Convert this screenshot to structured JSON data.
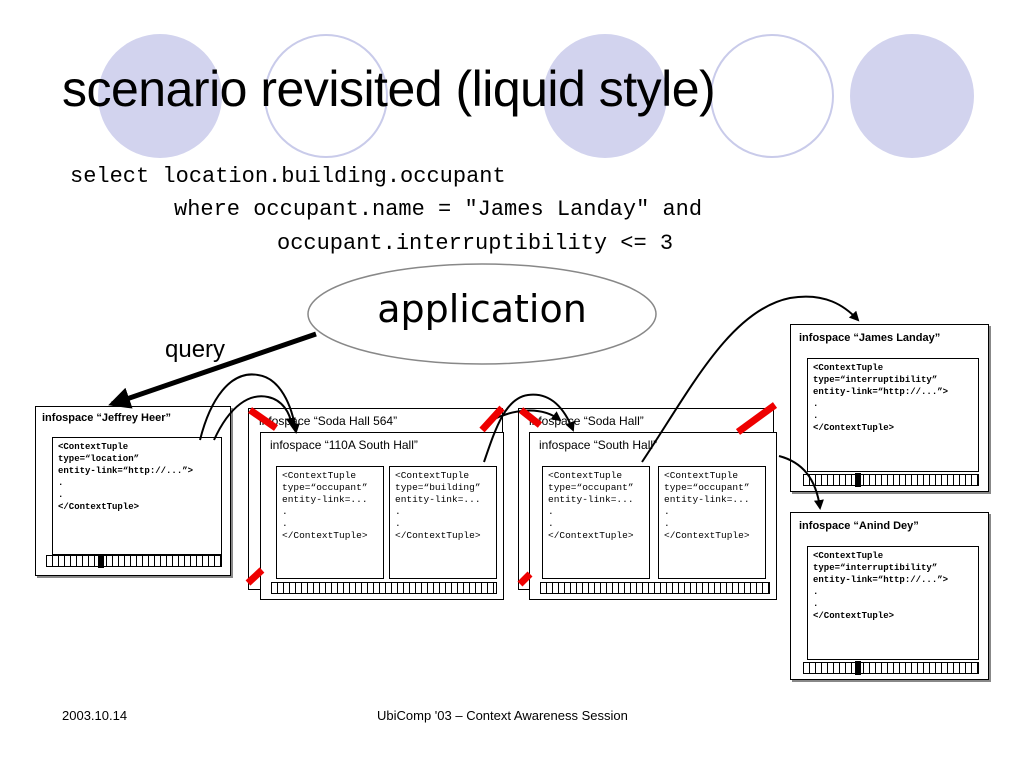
{
  "slide": {
    "title": "scenario revisited (liquid style)",
    "query_lines": [
      "select location.building.occupant",
      "where occupant.name = \"James Landay\" and",
      "occupant.interruptibility <= 3"
    ]
  },
  "diagram": {
    "application_label": "application",
    "query_label": "query",
    "infospaces": {
      "jeffrey": {
        "title": "infospace “Jeffrey Heer”",
        "tuple": [
          "<ContextTuple",
          "type=“location”",
          "entity-link=“http://...”>",
          ".",
          ".",
          "</ContextTuple>"
        ]
      },
      "soda564": {
        "title": "infospace “Soda Hall 564”"
      },
      "south110a": {
        "title": "infospace “110A South Hall”",
        "tuples": [
          [
            "<ContextTuple",
            "type=“occupant”",
            "entity-link=...",
            ".",
            ".",
            "</ContextTuple>"
          ],
          [
            "<ContextTuple",
            "type=“building”",
            "entity-link=...",
            ".",
            ".",
            "</ContextTuple>"
          ]
        ]
      },
      "sodahall": {
        "title": "infospace “Soda Hall”"
      },
      "southhall": {
        "title": "infospace “South Hall”",
        "tuples": [
          [
            "<ContextTuple",
            "type=“occupant”",
            "entity-link=...",
            ".",
            ".",
            "</ContextTuple>"
          ],
          [
            "<ContextTuple",
            "type=“occupant”",
            "entity-link=...",
            ".",
            ".",
            "</ContextTuple>"
          ]
        ]
      },
      "landay": {
        "title": "infospace “James Landay”",
        "tuple": [
          "<ContextTuple",
          "type=“interruptibility”",
          "entity-link=“http://...”>",
          ".",
          ".",
          "</ContextTuple>"
        ]
      },
      "dey": {
        "title": "infospace “Anind Dey”",
        "tuple": [
          "<ContextTuple",
          "type=“interruptibility”",
          "entity-link=“http://...”>",
          ".",
          ".",
          "</ContextTuple>"
        ]
      }
    },
    "colors": {
      "accent_circle": "#d2d3ee",
      "cross": "#ee0000"
    }
  },
  "footer": {
    "date": "2003.10.14",
    "session": "UbiComp '03 – Context Awareness Session"
  }
}
